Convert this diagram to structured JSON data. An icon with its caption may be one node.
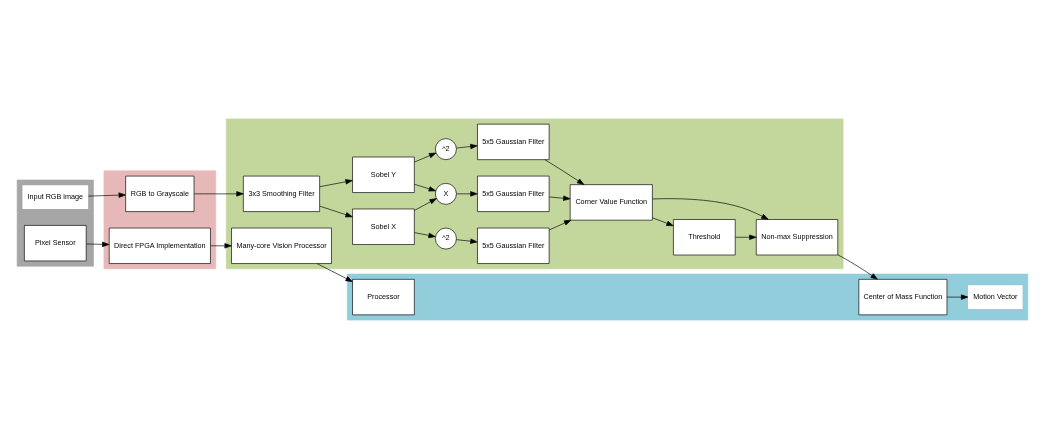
{
  "diagram": {
    "nodes": [
      {
        "text": [],
        "shape": "box"
      },
      {
        "text": [
          "Input RGB image"
        ],
        "in": 0
      },
      {
        "text": [
          "Pixel Sensor"
        ],
        "in": 0
      },
      {
        "text": [],
        "shape": "box"
      },
      {
        "text": [
          "RGB to Grayscale"
        ],
        "in": 3
      },
      {
        "text": [
          "Direct FPGA Implementation"
        ],
        "in": 3
      },
      {
        "text": [],
        "shape": "box"
      },
      {
        "text": [
          "3x3 Smoothing Filter"
        ],
        "in": 6
      },
      {
        "text": [
          "Sobel X"
        ],
        "in": 6
      },
      {
        "text": [
          "^2"
        ],
        "in": 6
      },
      {
        "text": [
          "5x5 Gaussian Filter"
        ],
        "in": 6
      },
      {
        "text": [
          "X"
        ],
        "in": 6
      },
      {
        "text": [
          "5x5 Gaussian Filter"
        ],
        "in": 6
      },
      {
        "text": [
          "Sobel Y"
        ],
        "in": 6
      },
      {
        "text": [
          "^2"
        ],
        "in": 6
      },
      {
        "text": [
          "5x5 Gaussian Filter"
        ],
        "in": 6
      },
      {
        "text": [
          "Corner Value Function"
        ],
        "in": 6
      },
      {
        "text": [
          "Threshold"
        ],
        "in": 6
      },
      {
        "text": [
          "Non-max Suppression"
        ],
        "in": 6
      },
      {
        "text": [
          "Many-core Vision Processor"
        ],
        "in": 6
      },
      {
        "text": [],
        "shape": "box"
      },
      {
        "text": [
          "Motion Vector"
        ],
        "in": 20
      },
      {
        "text": [
          "Center of Mass Function"
        ],
        "in": 20
      },
      {
        "text": [
          "Processor"
        ],
        "in": 20
      }
    ],
    "edges": [
      {
        "from": 1,
        "to": 4,
        "arrow": "to"
      },
      {
        "from": 4,
        "to": 7,
        "arrow": "to"
      },
      {
        "from": 7,
        "to": 8,
        "arrow": "to"
      },
      {
        "from": 7,
        "to": 13,
        "arrow": "to"
      },
      {
        "from": 8,
        "to": 9,
        "arrow": "to"
      },
      {
        "from": 9,
        "to": 10,
        "arrow": "to"
      },
      {
        "from": 8,
        "to": 11,
        "arrow": "to"
      },
      {
        "from": 13,
        "to": 11,
        "arrow": "to"
      },
      {
        "from": 11,
        "to": 12,
        "arrow": "to"
      },
      {
        "from": 13,
        "to": 14,
        "arrow": "to"
      },
      {
        "from": 14,
        "to": 15,
        "arrow": "to"
      },
      {
        "from": 10,
        "to": 16,
        "arrow": "to"
      },
      {
        "from": 12,
        "to": 16,
        "arrow": "to"
      },
      {
        "from": 15,
        "to": 16,
        "arrow": "to"
      },
      {
        "from": 16,
        "to": 17,
        "arrow": "to"
      },
      {
        "from": 16,
        "to": 18,
        "arrow": "to"
      },
      {
        "from": 17,
        "to": 18,
        "arrow": "to"
      },
      {
        "from": 18,
        "to": 22,
        "arrow": "to"
      },
      {
        "from": 22,
        "to": 21,
        "arrow": "to"
      },
      {
        "from": 2,
        "to": 5,
        "arrow": "to"
      },
      {
        "from": 5,
        "to": 19,
        "arrow": "to"
      },
      {
        "from": 19,
        "to": 23,
        "arrow": "to"
      }
    ]
  }
}
